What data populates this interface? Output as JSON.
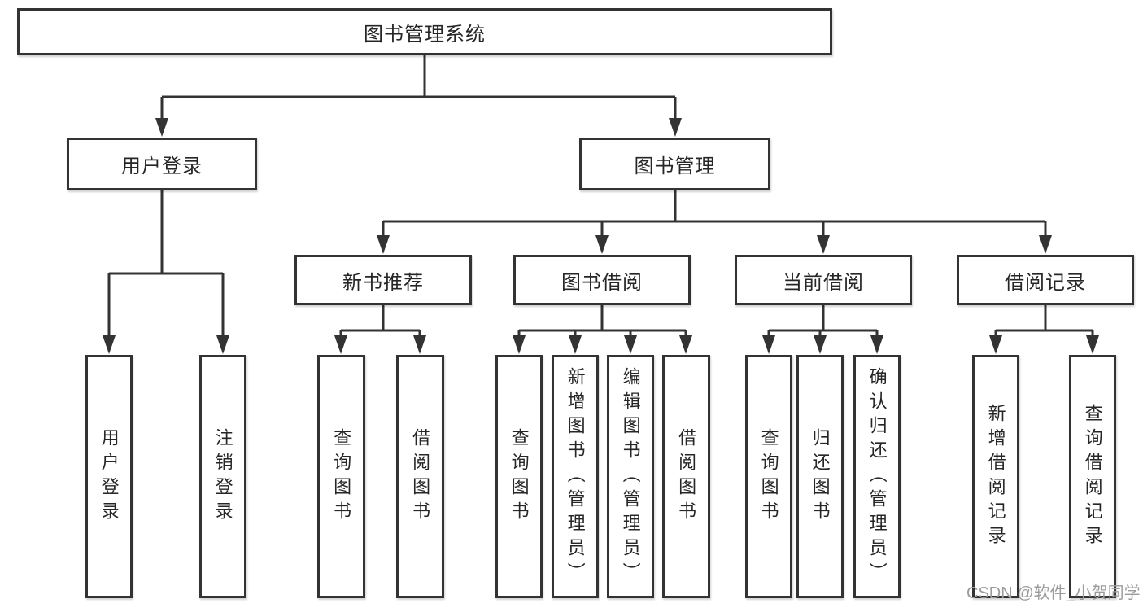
{
  "root": {
    "label": "图书管理系统"
  },
  "branches": {
    "user_login": {
      "label": "用户登录",
      "children": [
        "用户登录",
        "注销登录"
      ]
    },
    "book_mgmt": {
      "label": "图书管理",
      "sections": {
        "new_books": {
          "label": "新书推荐",
          "children": [
            "查询图书",
            "借阅图书"
          ]
        },
        "book_borrow": {
          "label": "图书借阅",
          "children": [
            "查询图书",
            "新增图书（管理员）",
            "编辑图书（管理员）",
            "借阅图书"
          ]
        },
        "current_borrow": {
          "label": "当前借阅",
          "children": [
            "查询图书",
            "归还图书",
            "确认归还（管理员）"
          ]
        },
        "borrow_records": {
          "label": "借阅记录",
          "children": [
            "新增借阅记录",
            "查询借阅记录"
          ]
        }
      }
    }
  },
  "watermark": "CSDN @软件_小贺同学",
  "colors": {
    "line": "#333333",
    "box_border": "#333333",
    "text": "#262626",
    "watermark": "#9c9c9c"
  }
}
